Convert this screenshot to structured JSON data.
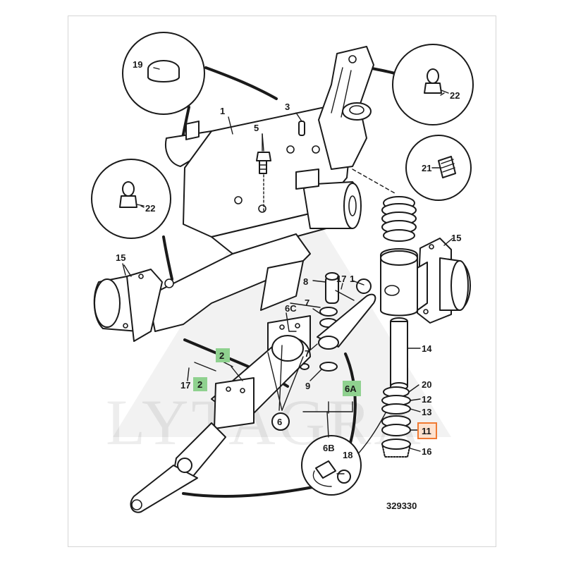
{
  "drawing_number": "329330",
  "watermark_text": "LYTAGRA",
  "highlight_colors": {
    "green": "#8fd18f",
    "orange_fill": "#fde2cf",
    "orange_border": "#f07a32"
  },
  "callouts": {
    "c1": "1",
    "c3": "3",
    "c5": "5",
    "c19": "19",
    "c22a": "22",
    "c22b": "22",
    "c21": "21",
    "c15a": "15",
    "c15b": "15",
    "c8": "8",
    "c17a": "17",
    "c1b": "1",
    "c7a": "7",
    "c6c": "6C",
    "c7b": "7",
    "c9": "9",
    "c2a": "2",
    "c17b": "17",
    "c2b": "2",
    "c6a": "6A",
    "c6": "6",
    "c6b": "6B",
    "c18": "18",
    "c14": "14",
    "c20": "20",
    "c12": "12",
    "c13": "13",
    "c11": "11",
    "c16": "16"
  }
}
